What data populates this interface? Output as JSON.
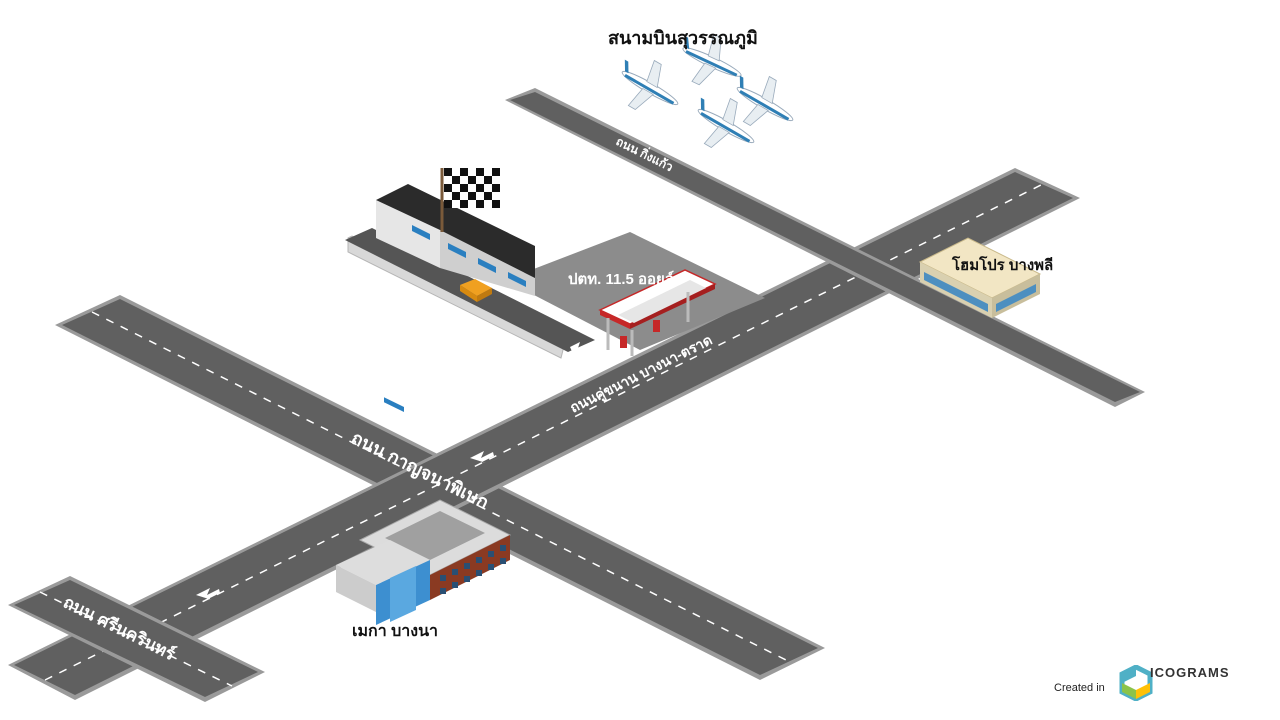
{
  "roads": {
    "kanchanaphisek": "ถนน กาญจนาพิเษก",
    "srinakarin": "ถนน ศรีนครินทร์",
    "bangna_trat": "ถนนคู่ขนาน บางนา-ตราด",
    "king_kaeo": "ถนน กิ่งแก้ว"
  },
  "places": {
    "airport": "สนามบินสุวรรณภูมิ",
    "gas_station": "ปตท. 11.5 ออยล์",
    "homepro": "โฮมโปร บางพลี",
    "mega": "เมกา บางนา"
  },
  "footer": {
    "created_in": "Created in",
    "brand": "ICOGRAMS"
  },
  "colors": {
    "road": "#606060",
    "road_edge": "#9a9a9a",
    "airplane_stripe": "#2f7fb5",
    "flag": "#111111",
    "truck": "#f0a020",
    "gas_station_canopy": "#c62828"
  }
}
